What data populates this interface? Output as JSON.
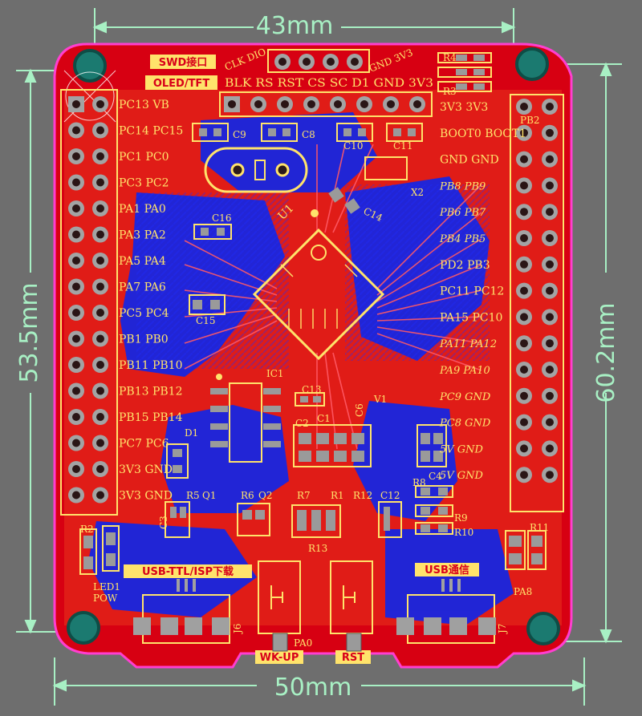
{
  "dimensions": {
    "top": "43mm",
    "bottom": "50mm",
    "left": "53.5mm",
    "right": "60.2mm"
  },
  "tags": {
    "swd": "SWD接口",
    "oled": "OLED/TFT",
    "usb_ttl": "USB-TTL/ISP下载",
    "usb_comm": "USB通信",
    "wkup": "WK-UP",
    "rst": "RST"
  },
  "headers": {
    "swd_pins": "CLK DIO",
    "swd_pins2": "GND 3V3",
    "oled_pins": "BLK RS RST CS SC D1 GND 3V3"
  },
  "left_pins": [
    "PC13 VB",
    "PC14 PC15",
    "PC1 PC0",
    "PC3 PC2",
    "PA1 PA0",
    "PA3 PA2",
    "PA5 PA4",
    "PA7 PA6",
    "PC5 PC4",
    "PB1 PB0",
    "PB11 PB10",
    "PB13 PB12",
    "PB15 PB14",
    "PC7 PC6",
    "3V3 GND",
    "3V3 GND"
  ],
  "right_pins": [
    "3V3 3V3",
    "BOOT0 BOOT1",
    "GND GND",
    "PB8 PB9",
    "PB6 PB7",
    "PB4 PB5",
    "PD2 PB3",
    "PC11 PC12",
    "PA15 PC10",
    "PA11 PA12",
    "PA9 PA10",
    "PC9 GND",
    "PC8 GND",
    "5V GND",
    "5V GND"
  ],
  "right_top_label": "PB2",
  "components": {
    "c9": "C9",
    "c8": "C8",
    "c10": "C10",
    "c11": "C11",
    "c14": "C14",
    "c15": "C15",
    "c16": "C16",
    "c13": "C13",
    "c1": "C1",
    "c2": "C2",
    "c3": "C3",
    "c4": "C4",
    "c6": "C6",
    "c12": "C12",
    "r1": "R1",
    "r2": "R2",
    "r3": "R3",
    "r4": "R4",
    "r5": "R5",
    "r6": "R6",
    "r7": "R7",
    "r8": "R8",
    "r9": "R9",
    "r10": "R10",
    "r11": "R11",
    "r12": "R12",
    "r13": "R13",
    "q1": "Q1",
    "q2": "Q2",
    "d1": "D1",
    "ic1": "IC1",
    "u1": "U1",
    "v1": "V1",
    "x2": "X2",
    "j6": "J6",
    "j7": "J7",
    "led": "LED1",
    "pow": "POW",
    "pa8": "PA8",
    "pa0": "PA0"
  }
}
